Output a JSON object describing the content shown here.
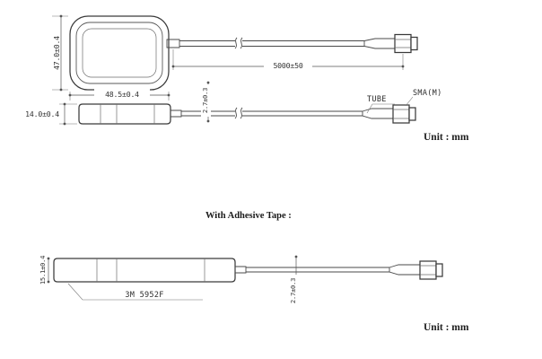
{
  "document": {
    "type": "engineering-dimensional-drawing",
    "subject": "Antenna with coaxial cable and SMA connector"
  },
  "views": {
    "standard": {
      "name": "Standard version",
      "top_view": {
        "name": "antenna-top-view",
        "height_dimension": "47.0±0.4",
        "width_dimension": "48.5±0.4"
      },
      "side_view": {
        "name": "antenna-side-view",
        "thickness_dimension": "14.0±0.4"
      },
      "cable": {
        "length_dimension": "5000±50",
        "diameter_dimension": "2.7±0.3",
        "break_symbol": "double-squiggle"
      },
      "callouts": [
        {
          "label": "TUBE",
          "target": "heat-shrink-tube"
        },
        {
          "label": "SMA(M)",
          "target": "sma-male-connector"
        }
      ],
      "unit_note": "Unit : mm"
    },
    "adhesive": {
      "title": "With Adhesive Tape :",
      "side_view": {
        "name": "antenna-side-view-adhesive",
        "thickness_dimension": "15.1±0.4"
      },
      "cable": {
        "diameter_dimension": "2.7±0.3",
        "break_symbol": "none"
      },
      "callouts": [
        {
          "label": "3M  5952F",
          "target": "adhesive-tape-layer"
        }
      ],
      "unit_note": "Unit : mm"
    }
  },
  "colors": {
    "background": "#ffffff",
    "line": "#4a4a4a",
    "body_line": "#3a3a3a",
    "text": "#2a2a2a"
  }
}
